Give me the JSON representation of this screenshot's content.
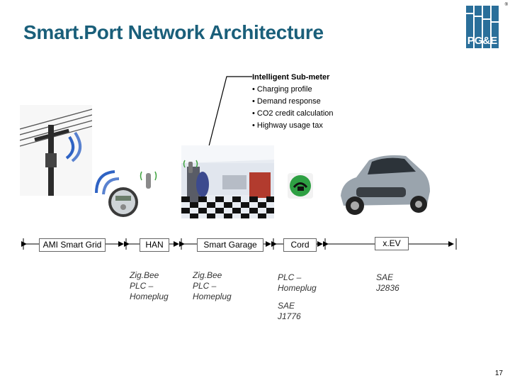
{
  "slide": {
    "title": "Smart.Port Network Architecture",
    "logo_text": "PG&E",
    "logo_reg": "®",
    "page_number": "17"
  },
  "callout": {
    "heading": "Intelligent Sub-meter",
    "bullets": [
      "• Charging profile",
      "• Demand response",
      "• CO2 credit calculation",
      "• Highway usage tax"
    ]
  },
  "segments": {
    "ami": "AMI Smart Grid",
    "han": "HAN",
    "garage": "Smart Garage",
    "cord": "Cord",
    "xev": "x.EV"
  },
  "notes": {
    "han": "Zig.Bee\nPLC –\nHomeplug",
    "garage": "Zig.Bee\nPLC –\nHomeplug",
    "cord1": "PLC –\nHomeplug",
    "cord2": "SAE\nJ1776",
    "xev": "SAE\nJ2836"
  },
  "colors": {
    "title": "#1a5f7a",
    "wireless": "#2f63c4",
    "logo_bg": "#2a6f9a"
  }
}
